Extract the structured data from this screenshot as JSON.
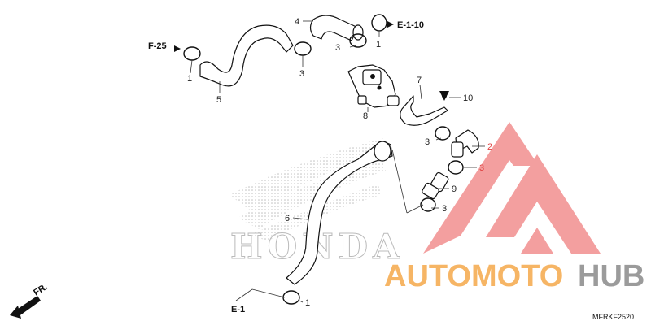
{
  "labels": {
    "p1a": "1",
    "p1b": "1",
    "p1c": "1",
    "p2": "2",
    "p3a": "3",
    "p3b": "3",
    "p3c": "3",
    "p3d": "3",
    "p3e": "3",
    "p4": "4",
    "p5": "5",
    "p6": "6",
    "p7": "7",
    "p8": "8",
    "p9": "9",
    "p10": "10"
  },
  "refs": {
    "e110": "E-1-10",
    "f25": "F-25",
    "e1": "E-1",
    "fr": "FR."
  },
  "watermark": {
    "brand_orange": "AUTOMOTO",
    "brand_gray": "HUB",
    "background_logo": "HONDA"
  },
  "diagram_code": "MFRKF2520",
  "colors": {
    "watermark_red": "#f08080",
    "watermark_orange": "#f5a94b",
    "watermark_gray": "#8a8a8a",
    "honda_gray": "#c8c8c8"
  }
}
